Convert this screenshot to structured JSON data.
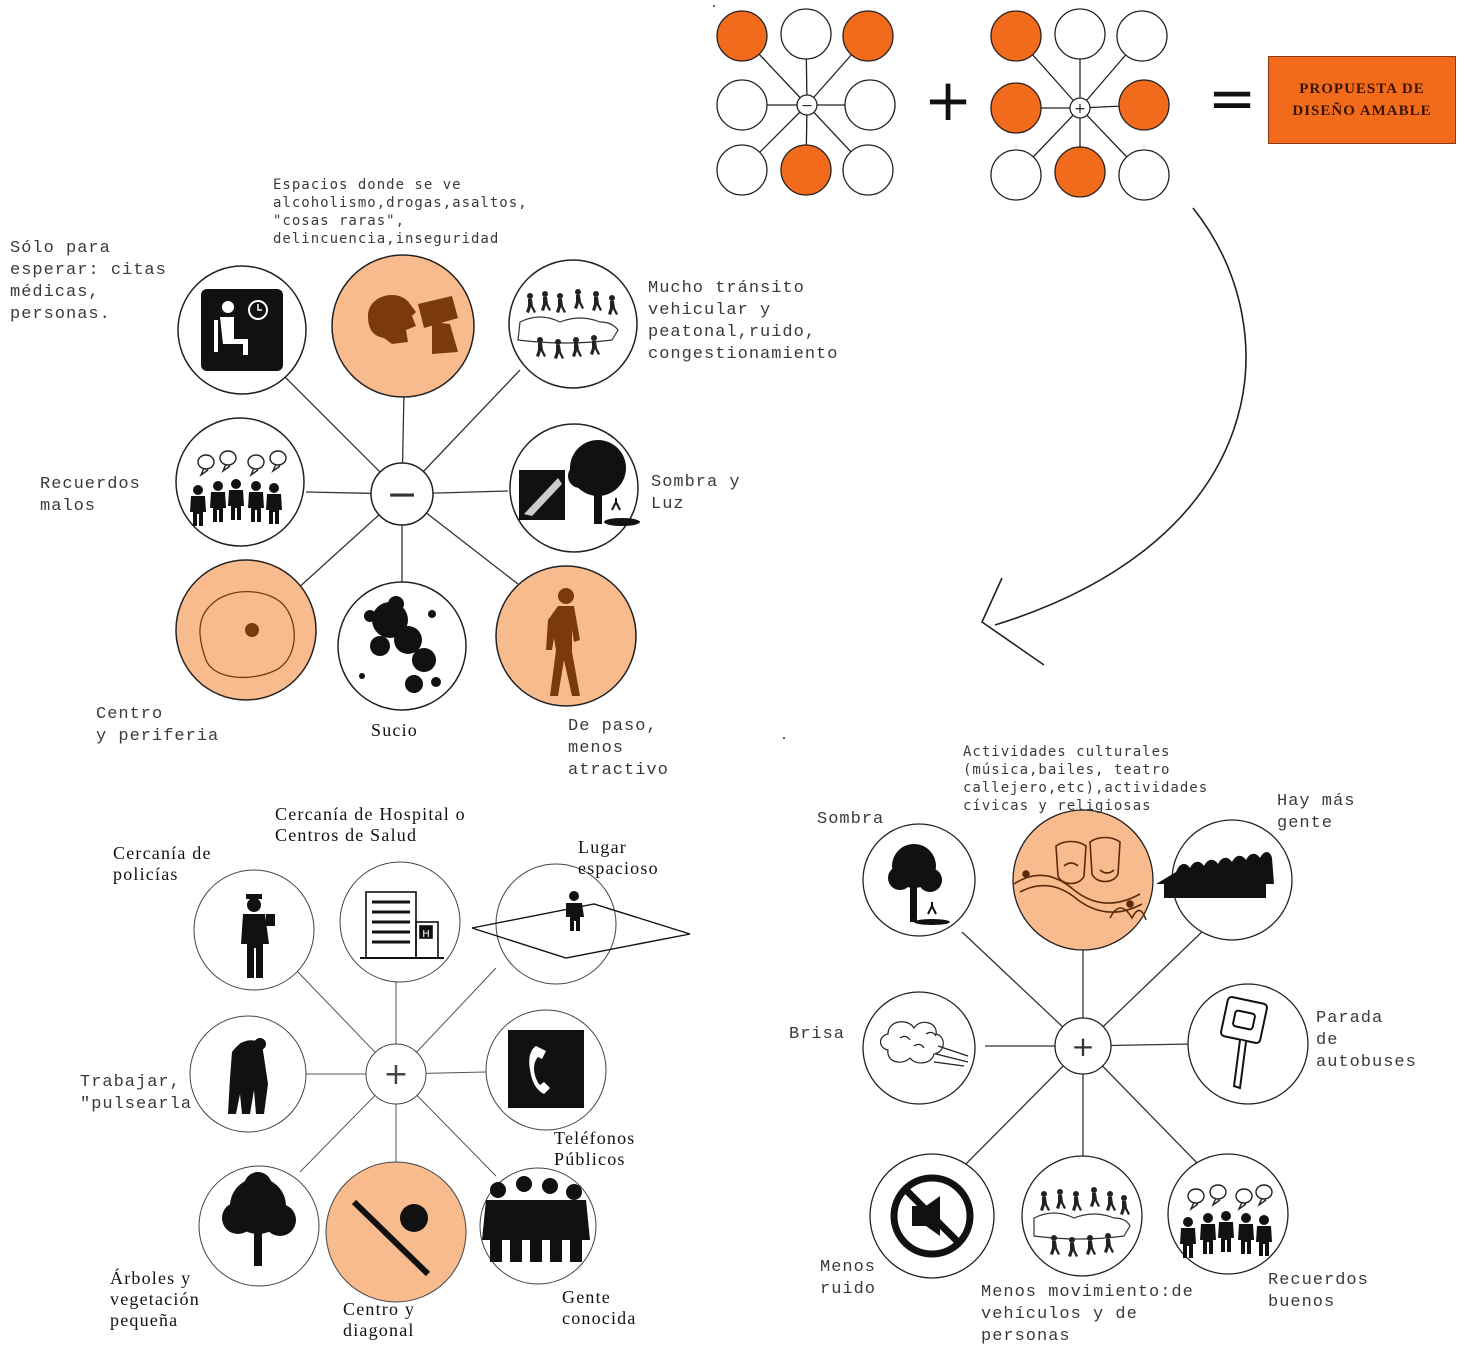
{
  "formula": {
    "minus_symbol": "−",
    "plus_symbol": "+",
    "plus_operator": "+",
    "equals_operator": "=",
    "result": "PROPUESTA DE\nDISEÑO AMABLE",
    "colors": {
      "highlight": "#f26b1d",
      "plain": "#ffffff"
    }
  },
  "diagram_negative": {
    "hub_symbol": "−",
    "highlight_color": "#f8bb8e",
    "labels": {
      "waiting": "Sólo para\nesperar: citas\nmédicas,\npersonas.",
      "vices": "Espacios donde se ve\nalcoholismo,drogas,asaltos,\n\"cosas raras\",\ndelincuencia,inseguridad",
      "traffic": "Mucho tránsito\nvehicular  y\npeatonal,ruido,\ncongestionamiento",
      "bad_memories": "Recuerdos\nmalos",
      "shade_light": "Sombra y\nLuz",
      "center_periphery": "Centro\ny periferia",
      "dirty": "Sucio",
      "passing": "De paso,\nmenos\natractivo"
    }
  },
  "diagram_existing_positive": {
    "hub_symbol": "+",
    "highlight_color": "#f8bb8e",
    "labels": {
      "hospital": "Cercanía de Hospital o\nCentros de Salud",
      "police": "Cercanía de\npolicías",
      "spacious": "Lugar\nespacioso",
      "work": "Trabajar,\n\"pulsearla",
      "phones": "Teléfonos\nPúblicos",
      "trees": "Árboles y\nvegetación\npequeña",
      "center_diagonal": "Centro y\ndiagonal",
      "known_people": "Gente\nconocida"
    }
  },
  "diagram_proposal": {
    "hub_symbol": "+",
    "highlight_color": "#f8bb8e",
    "labels": {
      "culture": "Actividades culturales\n(música,bailes, teatro\ncallejero,etc),actividades\ncívicas y religiosas",
      "shade": "Sombra",
      "more_people": "Hay más\ngente",
      "breeze": "Brisa",
      "bus_stop": "Parada\nde\nautobuses",
      "less_noise": "Menos\nruido",
      "less_movement": "Menos movimiento:de\nvehículos y de\npersonas",
      "good_memories": "Recuerdos\nbuenos"
    }
  }
}
